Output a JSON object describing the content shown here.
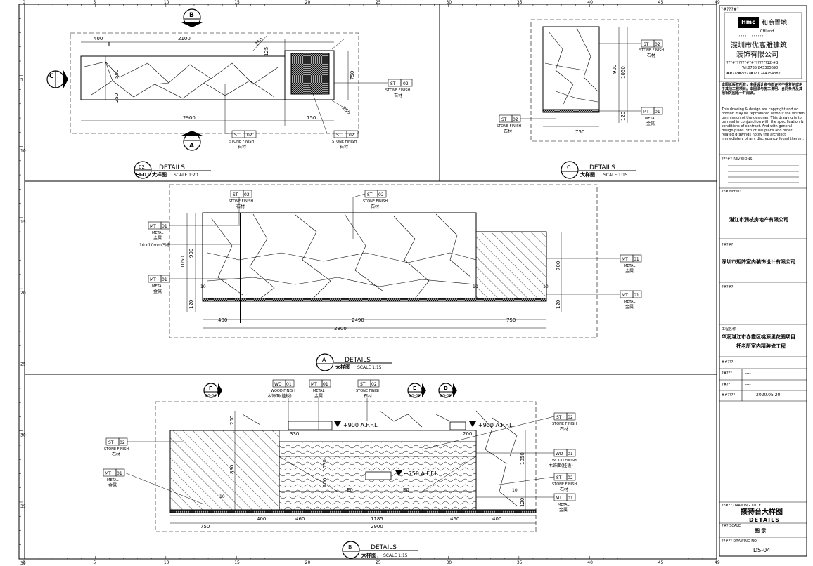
{
  "ruler": {
    "top_ticks": [
      "0",
      "5",
      "10",
      "15",
      "20",
      "25",
      "30",
      "35",
      "40",
      "45",
      "49"
    ],
    "left_ticks": [
      "5",
      "10",
      "15",
      "20",
      "25",
      "30",
      "35",
      "39"
    ]
  },
  "views": {
    "top_left": {
      "num": "02",
      "title": "DETAILS",
      "ref": "EI-01",
      "cn": "大样图",
      "scale": "SCALE  1:20"
    },
    "top_right": {
      "num": "C",
      "title": "DETAILS",
      "cn": "大样图",
      "scale": "SCALE  1:15"
    },
    "middle": {
      "num": "A",
      "title": "DETAILS",
      "cn": "大样图",
      "scale": "SCALE  1:15"
    },
    "bottom": {
      "num": "B",
      "title": "DETAILS",
      "cn": "大样图",
      "scale": "SCALE  1:15"
    }
  },
  "tags": {
    "st02": {
      "code": "ST",
      "num": "02",
      "en": "STONE FINISH",
      "cn": "石材"
    },
    "mt01": {
      "code": "MT",
      "num": "01",
      "en": "METAL",
      "cn": "金属"
    },
    "wd01": {
      "code": "WD",
      "num": "01",
      "en": "WOOD FINISH",
      "cn": "木饰面(挂板)"
    }
  },
  "dims": {
    "plan": [
      "400",
      "2100",
      "2900",
      "750",
      "500",
      "250",
      "125",
      "250",
      "750",
      "250"
    ],
    "elev_a": [
      "900",
      "1050",
      "120",
      "10",
      "400",
      "2490",
      "2900",
      "750",
      "700",
      "120",
      "10",
      "10"
    ],
    "elev_b": [
      "200",
      "850",
      "1050",
      "200",
      "750",
      "400",
      "460",
      "1185",
      "460",
      "400",
      "2900",
      "1050",
      "120",
      "10",
      "10",
      "200",
      "330",
      "E0",
      "E0"
    ],
    "side_c": [
      "900",
      "1050",
      "120",
      "750"
    ]
  },
  "annotations": {
    "groove": "10×10mm凹槽",
    "level1": "+900 A.F.F.L",
    "level2": "+900 A.F.F.L",
    "level3": "+750 A.F.F.L",
    "bubble_f": "F",
    "bubble_e": "E",
    "bubble_d": "D",
    "bubble_a": "A",
    "bubble_b": "B",
    "bubble_c": "C",
    "bubble_sub": "DS-04"
  },
  "title_block": {
    "company_label": "?#???#?",
    "logo_mark": "Hmc",
    "logo_text": "和商置地",
    "logo_sub": "CHLand",
    "logo_dots": "' ' ' ' ' ' ' ' ' ' ' '",
    "company_cn1": "深圳市优高雅建筑",
    "company_cn2": "装饰有限公司",
    "addr1": "???#??????#?#???????12-#B",
    "tel": "Tel:0755  843305690",
    "fax": "##???#?????#??   0244254382",
    "notice_cn": "本图纸版权所有，未经设计者书面许可不得复制或用于其他工程项目。本图须与施工说明、合同条件及其他相关图纸一并阅读。",
    "notice_en": "This drawing & design are copyright and no portion may be reproduced without the written permission of the designer. This drawing is to be read in conjunction with the specification & conditions of contract. And with general design plans. Structural plans and other related drawings notify the architect immediately of any discrepancy found therein.",
    "revisions_label": "???#? REVISIONS:",
    "notes_label": "??# Notes:",
    "client_label": "",
    "client": "湛江市润枝房地产有限公司",
    "designer_label": "?#?#?",
    "designer": "深圳市矩阵室内装饰设计有限公司",
    "blank_label": "?#?#?",
    "project_label": "工程名称",
    "project1": "华润湛江市赤霞区桃源里花园项目",
    "project2": "托老所室内精装修工程",
    "rows": [
      {
        "label": "##???",
        "value": "----"
      },
      {
        "label": "?#???",
        "value": "----"
      },
      {
        "label": "?#??",
        "value": "----"
      },
      {
        "label": "##????",
        "value": "2020.05.20"
      }
    ],
    "drawing_title_label": "??#?? DRAWING TITLE",
    "drawing_title_cn": "接待台大样图",
    "drawing_title_en": "DETAILS",
    "scale_label": "?#? SCALE",
    "scale_value": "图  示",
    "drawing_no_label": "??#?? DRAWING NO.",
    "drawing_no": "DS-04"
  }
}
